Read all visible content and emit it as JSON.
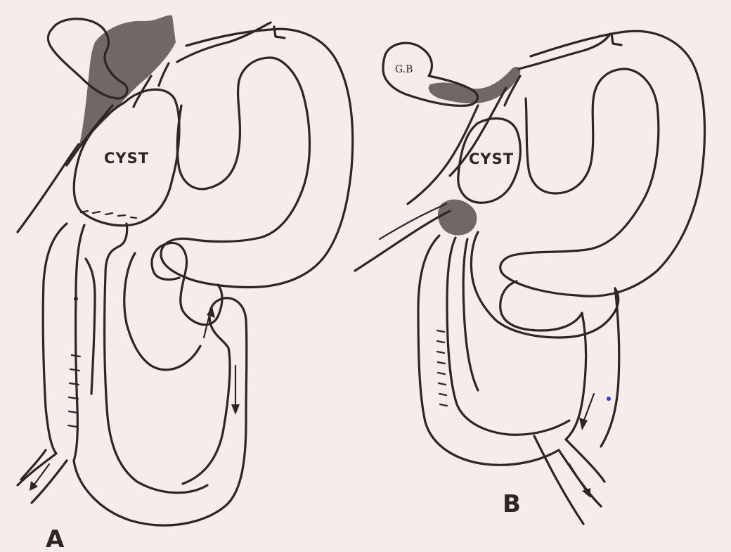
{
  "figure": {
    "panels": [
      {
        "id": "A",
        "label": "A",
        "cyst_label": "CYST",
        "gb_label": ""
      },
      {
        "id": "B",
        "label": "B",
        "cyst_label": "CYST",
        "gb_label": "G.B"
      }
    ],
    "colors": {
      "background": "#f6ece9",
      "ink": "#2c2624",
      "shade": "#4a4340"
    }
  }
}
